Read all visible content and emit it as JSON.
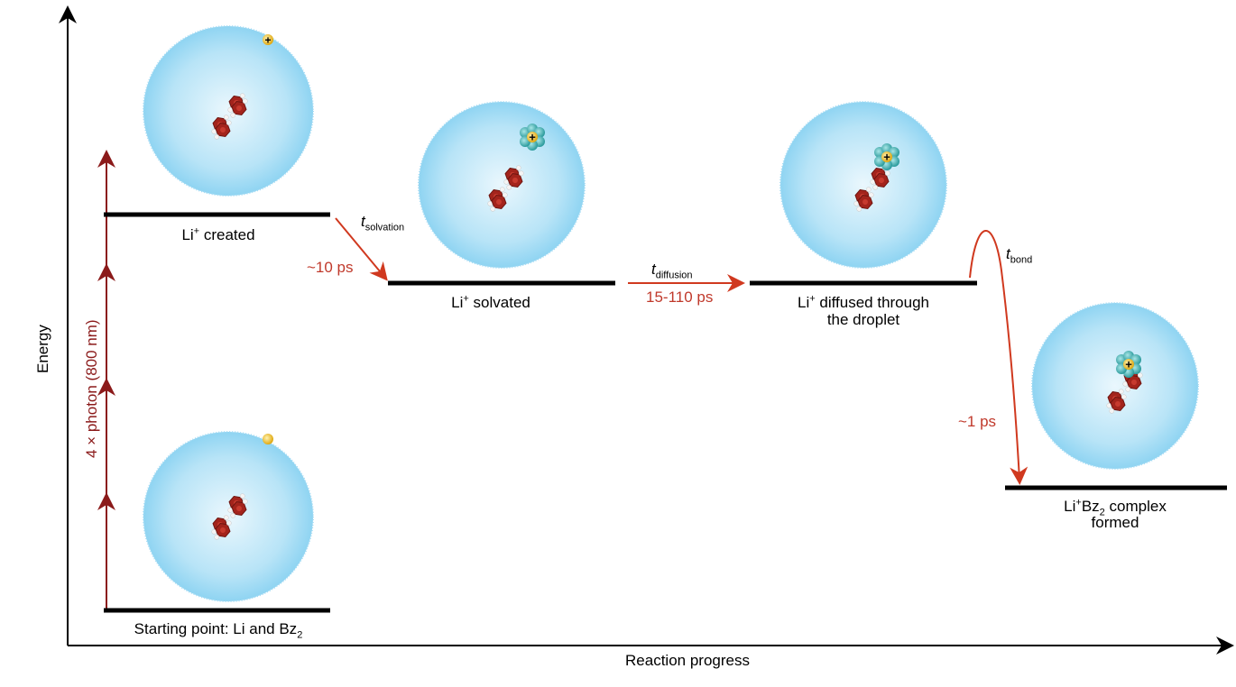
{
  "axes": {
    "y_label": "Energy",
    "x_label": "Reaction progress"
  },
  "photon": {
    "label": "4 × photon (800 nm)"
  },
  "levels": [
    {
      "id": "start",
      "text": "Starting point: Li and Bz",
      "sub": "2"
    },
    {
      "id": "created",
      "sup": "+",
      "text_pre": "Li",
      "text_post": " created"
    },
    {
      "id": "solvated",
      "sup": "+",
      "text_pre": "Li",
      "text_post": " solvated"
    },
    {
      "id": "diffused",
      "sup": "+",
      "text_pre": "Li",
      "text_post": " diffused through",
      "line2": "the droplet"
    },
    {
      "id": "complex",
      "text_pre": "Li",
      "sup": "+",
      "text_mid": "Bz",
      "sub": "2",
      "text_post": " complex",
      "line2": "formed"
    }
  ],
  "steps": [
    {
      "id": "solvation",
      "symbol": "t",
      "sub": "solvation",
      "time": "~10 ps"
    },
    {
      "id": "diffusion",
      "symbol": "t",
      "sub": "diffusion",
      "time": "15-110 ps"
    },
    {
      "id": "bond",
      "symbol": "t",
      "sub": "bond",
      "time": "~1 ps"
    }
  ],
  "colors": {
    "droplet": "#8fd4f2",
    "photon_arrow": "#8b1a1a",
    "step_arrow": "#d0391f",
    "benzene": "#a3241c",
    "li_neutral": "#f2c230",
    "li_solvation_shell": "#3fb3b5"
  }
}
